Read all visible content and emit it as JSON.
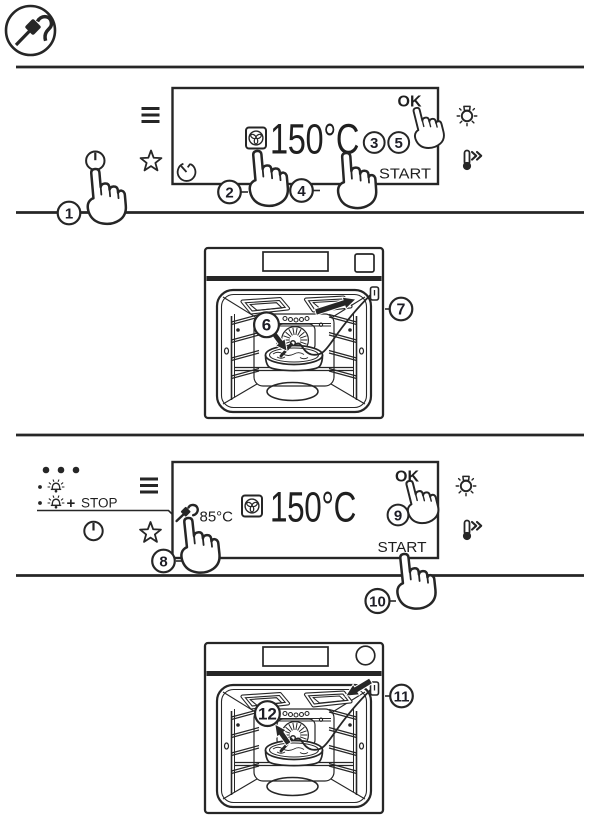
{
  "page": {
    "background": "#ffffff",
    "ink": "#262626"
  },
  "intro": {
    "icon": "food-probe-plug-icon"
  },
  "steps": [
    "1",
    "2",
    "3",
    "4",
    "5",
    "6",
    "7",
    "8",
    "9",
    "10",
    "11",
    "12"
  ],
  "display1": {
    "temperature": "150°C",
    "ok_label": "OK",
    "start_label": "START",
    "icons": [
      "timer-icon",
      "fan-mode-icon"
    ]
  },
  "side_icons": {
    "menu": "hamburger-menu-icon",
    "power": "power-icon",
    "favorites": "star-icon",
    "lamp": "oven-light-icon",
    "fast_preheat": "fast-preheat-thermometer-icon"
  },
  "legend": {
    "dots": "status-dots",
    "alarm1": "alarm-bell-icon",
    "alarm2": "alarm-bell-icon",
    "plus": "+",
    "stop": "STOP"
  },
  "display2": {
    "probe_temperature": "85°C",
    "temperature": "150°C",
    "ok_label": "OK",
    "start_label": "START",
    "icons": [
      "probe-icon",
      "fan-mode-icon"
    ]
  },
  "ovens": {
    "first": {
      "knob": "square-button",
      "action": "plug-probe-into-socket"
    },
    "second": {
      "knob": "round-knob",
      "action": "unplug-probe-from-socket"
    }
  }
}
